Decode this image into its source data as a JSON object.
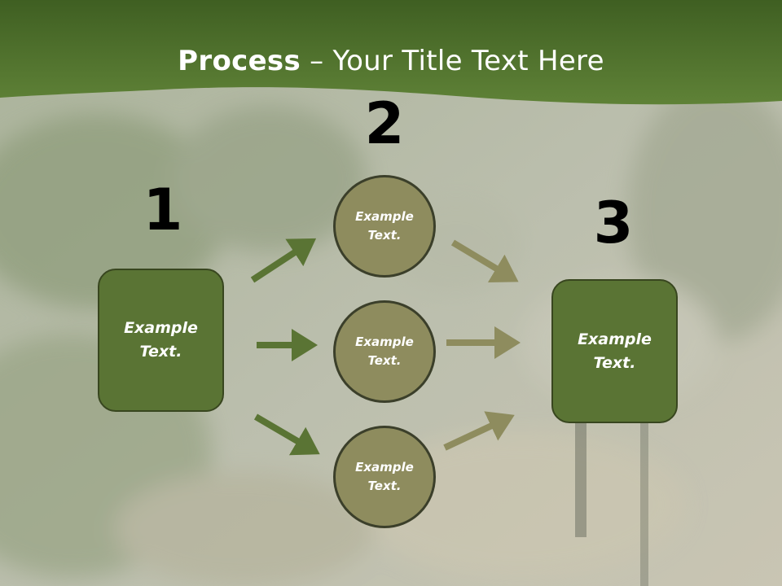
{
  "title": {
    "bold": "Process",
    "rest": " – Your Title Text Here"
  },
  "steps": {
    "one": "1",
    "two": "2",
    "three": "3"
  },
  "left_box": {
    "text": "Example Text."
  },
  "right_box": {
    "text": "Example Text."
  },
  "circles": [
    {
      "text": "Example Text."
    },
    {
      "text": "Example Text."
    },
    {
      "text": "Example Text."
    }
  ],
  "colors": {
    "header_band": "#4f6f2c",
    "box_fill": "#5a7434",
    "circle_fill": "#8e8c5e",
    "arrow_dark": "#5a7434",
    "arrow_light": "#8e8c5e"
  }
}
